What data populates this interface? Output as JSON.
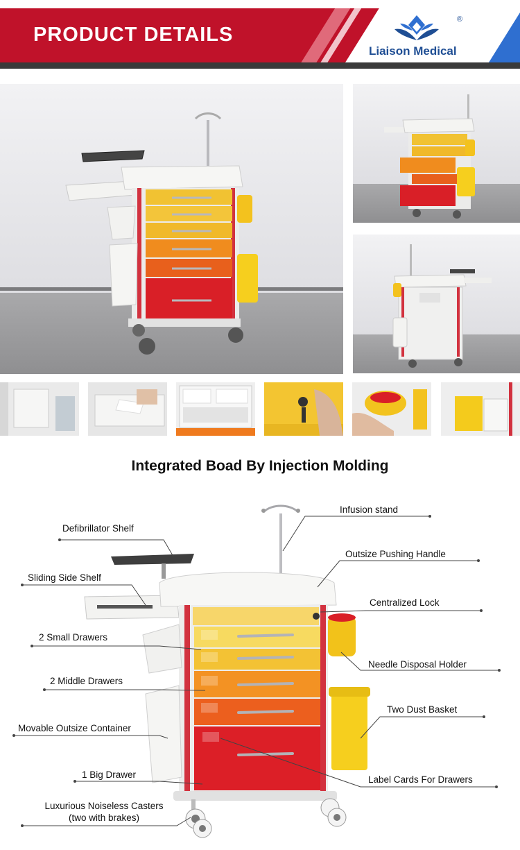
{
  "header": {
    "title": "PRODUCT DETAILS",
    "brand_name": "Liaison Medical",
    "registered_mark": "®",
    "colors": {
      "banner_red": "#c0122a",
      "brand_blue": "#1f4e94",
      "corner_blue": "#2f6fd0"
    }
  },
  "gallery": {
    "main_photo": "emergency-trolley-front-photo",
    "side_photos": [
      "trolley-drawer-open-photo",
      "trolley-back-view-photo"
    ],
    "thumbnails": [
      "dust-basket-closeup",
      "sliding-shelf-writing",
      "drawer-divider-contents",
      "centralized-lock-key",
      "needle-disposal-holder",
      "yellow-dust-basket"
    ]
  },
  "diagram": {
    "title": "Integrated Boad By Injection Molding",
    "callouts_left": [
      {
        "id": "defibrillator-shelf",
        "label": "Defibrillator Shelf"
      },
      {
        "id": "sliding-side-shelf",
        "label": "Sliding Side Shelf"
      },
      {
        "id": "small-drawers",
        "label": "2 Small Drawers"
      },
      {
        "id": "middle-drawers",
        "label": "2 Middle Drawers"
      },
      {
        "id": "outsize-container",
        "label": "Movable Outsize Container"
      },
      {
        "id": "big-drawer",
        "label": "1 Big Drawer"
      },
      {
        "id": "casters",
        "label": "Luxurious Noiseless Casters",
        "label2": "(two with brakes)"
      }
    ],
    "callouts_right": [
      {
        "id": "infusion-stand",
        "label": "Infusion stand"
      },
      {
        "id": "pushing-handle",
        "label": "Outsize Pushing Handle"
      },
      {
        "id": "centralized-lock",
        "label": "Centralized Lock"
      },
      {
        "id": "needle-holder",
        "label": "Needle Disposal Holder"
      },
      {
        "id": "dust-basket",
        "label": "Two Dust Basket"
      },
      {
        "id": "label-cards",
        "label": "Label Cards For Drawers"
      }
    ]
  }
}
